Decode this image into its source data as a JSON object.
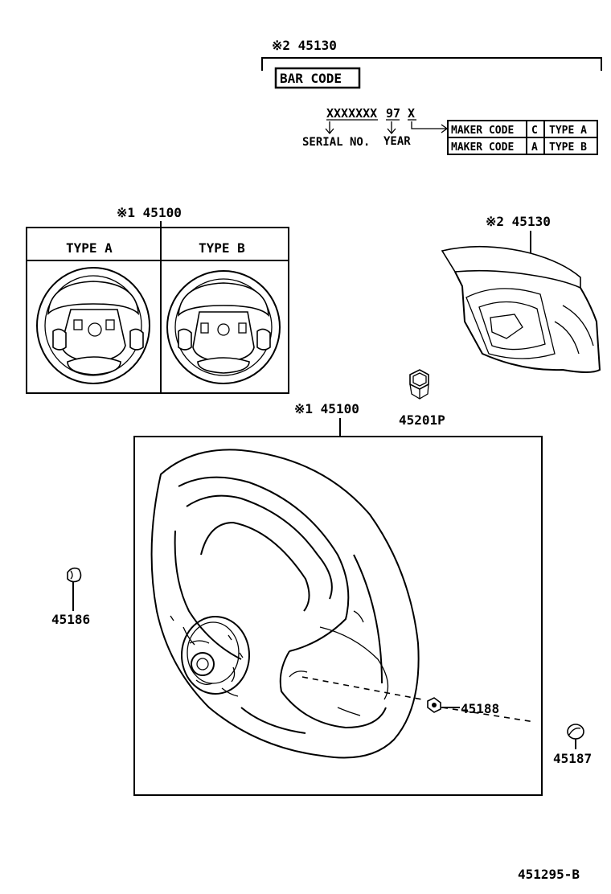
{
  "barcode": {
    "label_top": "※2 45130",
    "title": "BAR CODE",
    "serial_code": "XXXXXXX",
    "year_code": "97",
    "maker_code_letter": "X",
    "serial_caption": "SERIAL NO.",
    "year_caption": "YEAR",
    "table": [
      {
        "maker": "MAKER CODE",
        "code": "C",
        "type": "TYPE A"
      },
      {
        "maker": "MAKER CODE",
        "code": "A",
        "type": "TYPE B"
      }
    ]
  },
  "types_box": {
    "label": "※1 45100",
    "headers": [
      "TYPE A",
      "TYPE B"
    ]
  },
  "pad_label": "※2 45130",
  "nut_label": "45201P",
  "wheel_label": "※1 45100",
  "part_45186": "45186",
  "part_45188": "45188",
  "part_45187": "45187",
  "figure_id": "451295-B"
}
